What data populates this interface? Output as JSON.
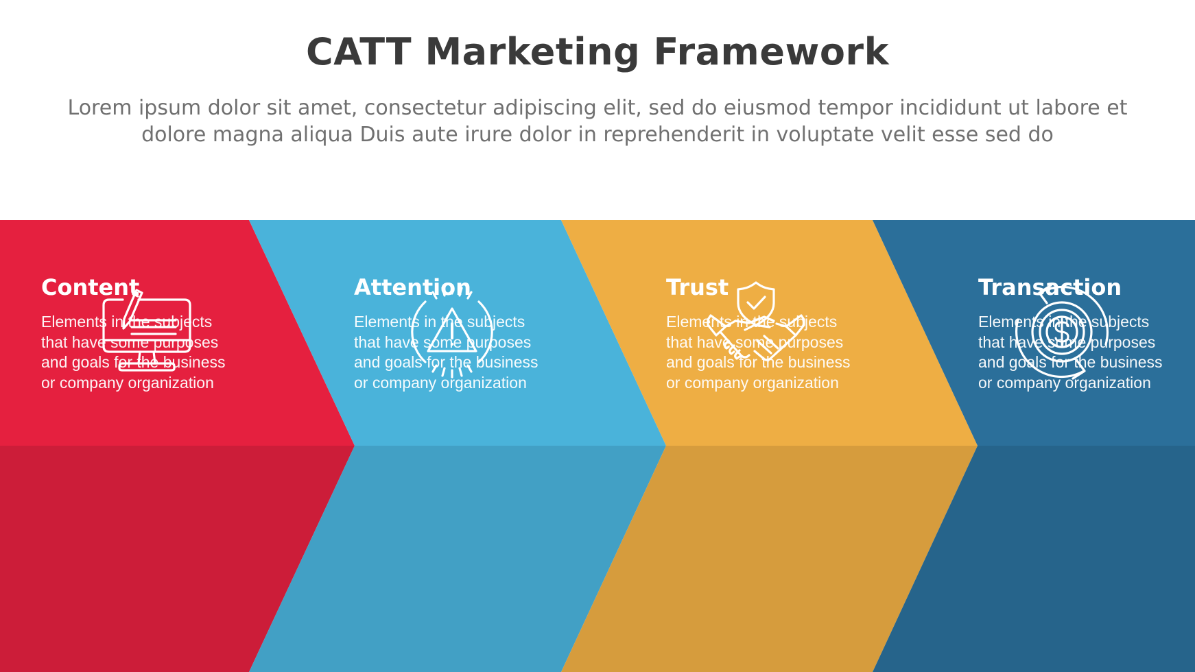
{
  "header": {
    "title": "CATT Marketing Framework",
    "subtitle": "Lorem ipsum dolor sit amet, consectetur adipiscing elit, sed do eiusmod tempor incididunt ut labore et dolore magna aliqua Duis aute irure dolor in reprehenderit in voluptate velit esse sed do"
  },
  "steps": [
    {
      "title": "Content",
      "description": "Elements in the subjects\nthat have some purposes\nand goals for the  business\nor company organization",
      "icon": "monitor-pen-icon",
      "color_top": "#e5203f",
      "color_bottom": "#cc1d39"
    },
    {
      "title": "Attention",
      "description": "Elements in the subjects\nthat have some purposes\nand goals for the  business\nor company organization",
      "icon": "warning-alert-icon",
      "color_top": "#4ab3da",
      "color_bottom": "#42a0c5"
    },
    {
      "title": "Trust",
      "description": "Elements in the subjects\nthat have some purposes\nand goals for the  business\nor company organization",
      "icon": "handshake-shield-icon",
      "color_top": "#eeae44",
      "color_bottom": "#d69c3d"
    },
    {
      "title": "Transaction",
      "description": "Elements in the subjects\nthat have some purposes\nand goals for the  business\nor company organization",
      "icon": "dollar-cycle-icon",
      "color_top": "#2b6f9a",
      "color_bottom": "#26648b"
    }
  ]
}
